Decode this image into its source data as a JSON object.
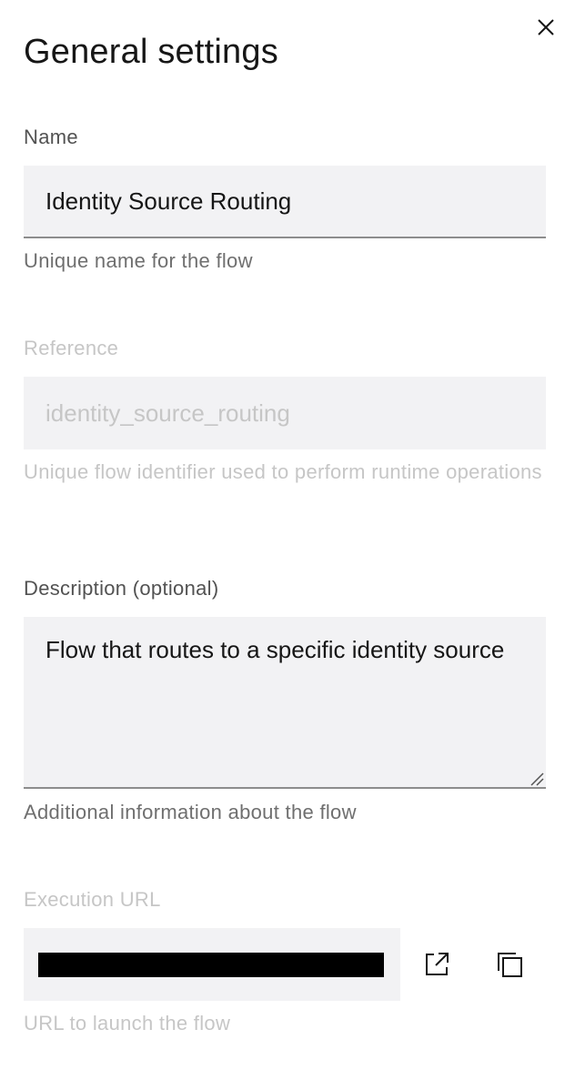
{
  "panel": {
    "title": "General settings",
    "close_icon": "close-icon"
  },
  "fields": {
    "name": {
      "label": "Name",
      "value": "Identity Source Routing",
      "helper": "Unique name for the flow"
    },
    "reference": {
      "label": "Reference",
      "value": "identity_source_routing",
      "helper": "Unique flow identifier used to perform runtime operations",
      "disabled": true
    },
    "description": {
      "label": "Description (optional)",
      "value": "Flow that routes to a specific identity source",
      "helper": "Additional information about the flow"
    },
    "execution_url": {
      "label": "Execution URL",
      "value_redacted": true,
      "helper": "URL to launch the flow",
      "open_icon": "launch-icon",
      "copy_icon": "copy-icon"
    }
  },
  "colors": {
    "field_background": "#f2f2f4",
    "text_primary": "#161616",
    "text_secondary": "#525252",
    "text_disabled": "#c6c6c6",
    "field_underline": "#8d8d8d"
  }
}
